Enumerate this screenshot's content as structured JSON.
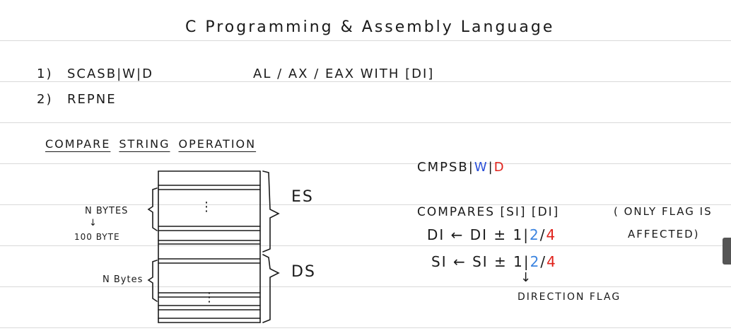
{
  "title": "C Programming & Assembly Language",
  "list": [
    {
      "num": "1)",
      "text": "SCASB",
      "sep1": "|",
      "w": "W",
      "sep2": "|",
      "d": "D",
      "reg": "AL / AX / EAX   WITH [DI]"
    },
    {
      "num": "2)",
      "text": "REPNE"
    }
  ],
  "section": {
    "word1": "COMPARE",
    "word2": "STRING",
    "word3": "OPERATION"
  },
  "cmps": {
    "prefix": "CMPSB",
    "w": "W",
    "d": "D"
  },
  "compares": {
    "text": "COMPARES  [SI]   [DI]",
    "note1": "( ONLY FLAG IS",
    "note2": "AFFECTED)"
  },
  "di_line": {
    "prefix": "DI ← DI ± 1",
    "n2": "2",
    "n4": "4"
  },
  "si_line": {
    "prefix": "SI ← SI ± 1",
    "n2": "2",
    "n4": "4"
  },
  "direction_flag": "DIRECTION FLAG",
  "arrow": "↓",
  "diagram": {
    "es_label": "ES",
    "ds_label": "DS",
    "nbytes_top": "N BYTES",
    "byte100": "100 BYTE",
    "nbytes_bottom": "N Bytes",
    "dots": "⋮"
  },
  "colors": {
    "blue": "#2a4fd8",
    "light_blue": "#3b84e0",
    "red": "#e0221b"
  }
}
